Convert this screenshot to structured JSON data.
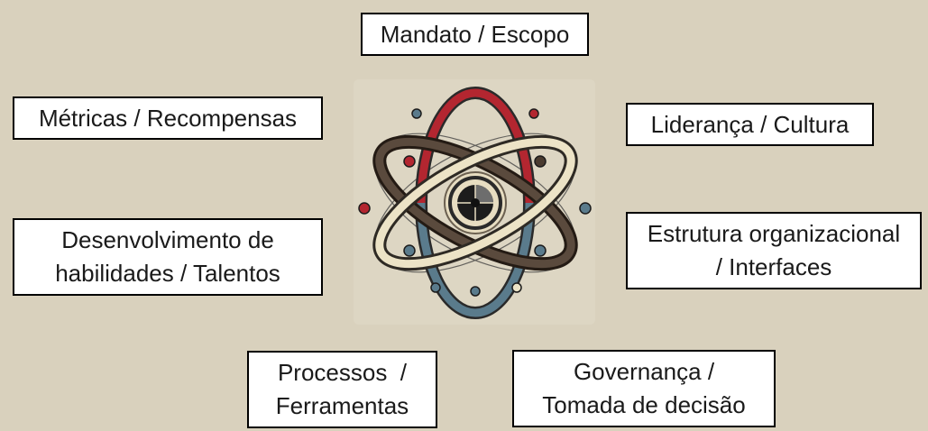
{
  "diagram": {
    "center": {
      "icon": "atom-icon"
    },
    "labels": {
      "mandato": [
        "Mandato / Escopo"
      ],
      "metricas": [
        "Métricas / Recompensas"
      ],
      "lideranca": [
        "Liderança / Cultura"
      ],
      "habilidades": [
        "Desenvolvimento de",
        "habilidades / Talentos"
      ],
      "estrutura": [
        "Estrutura organizacional",
        "/ Interfaces"
      ],
      "processos": [
        "Processos  /",
        "Ferramentas"
      ],
      "governanca": [
        "Governança /",
        "Tomada de decisão"
      ]
    }
  },
  "colors": {
    "background": "#d9d1bd",
    "box_fill": "#ffffff",
    "box_border": "#000000",
    "orbit_red": "#b32630",
    "orbit_brown": "#4a3b30",
    "orbit_cream": "#ece3c6",
    "orbit_blue": "#5a7b8c",
    "nucleus": "#1c1c1c"
  }
}
